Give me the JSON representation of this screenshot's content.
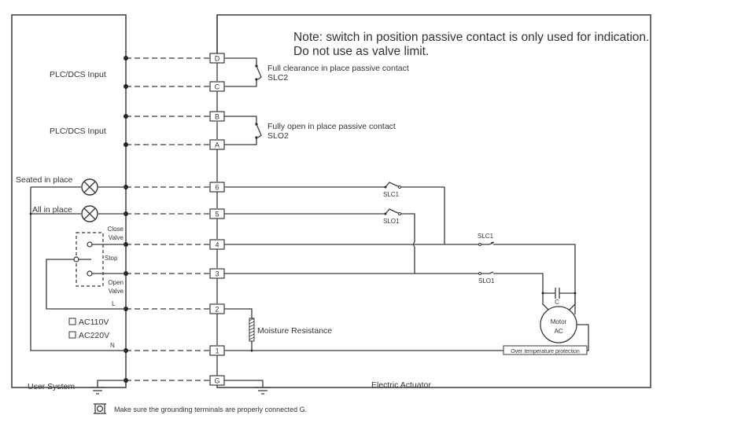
{
  "note": {
    "line1": "Note: switch in position passive contact is only used for indication.",
    "line2": "Do not use as valve limit."
  },
  "user_system": {
    "title": "User System",
    "plc_inputs": [
      "PLC/DCS Input",
      "PLC/DCS Input"
    ],
    "lamps": [
      {
        "label": "Seated in place",
        "icon": "indicator-lamp-icon"
      },
      {
        "label": "All in place",
        "icon": "indicator-lamp-icon"
      }
    ],
    "control_switch": {
      "close": "Close",
      "close2": "Valve",
      "stop": "Stop",
      "open": "Open",
      "open2": "Valve"
    },
    "line_label": "L",
    "neutral_label": "N",
    "voltage_options": [
      "AC110V",
      "AC220V"
    ]
  },
  "actuator": {
    "title": "Electric Actuator",
    "terminals": [
      "D",
      "C",
      "B",
      "A",
      "6",
      "5",
      "4",
      "3",
      "2",
      "1",
      "G"
    ],
    "passive_contacts": [
      {
        "desc": "Full clearance in place passive contact",
        "name": "SLC2"
      },
      {
        "desc": "Fully open in place passive contact",
        "name": "SLO2"
      }
    ],
    "switches": {
      "slc1_top": "SLC1",
      "slo1_top": "SLO1",
      "slc1_mid": "SLC1",
      "slo1_mid": "SLO1"
    },
    "moisture": "Moisture Resistance",
    "capacitor": "C",
    "motor_line1": "Motor",
    "motor_line2": "AC",
    "overtemp": "Over temperature protection"
  },
  "footer": {
    "icon": "grounding-terminal-icon",
    "text": "Make sure the grounding terminals are properly connected G."
  }
}
